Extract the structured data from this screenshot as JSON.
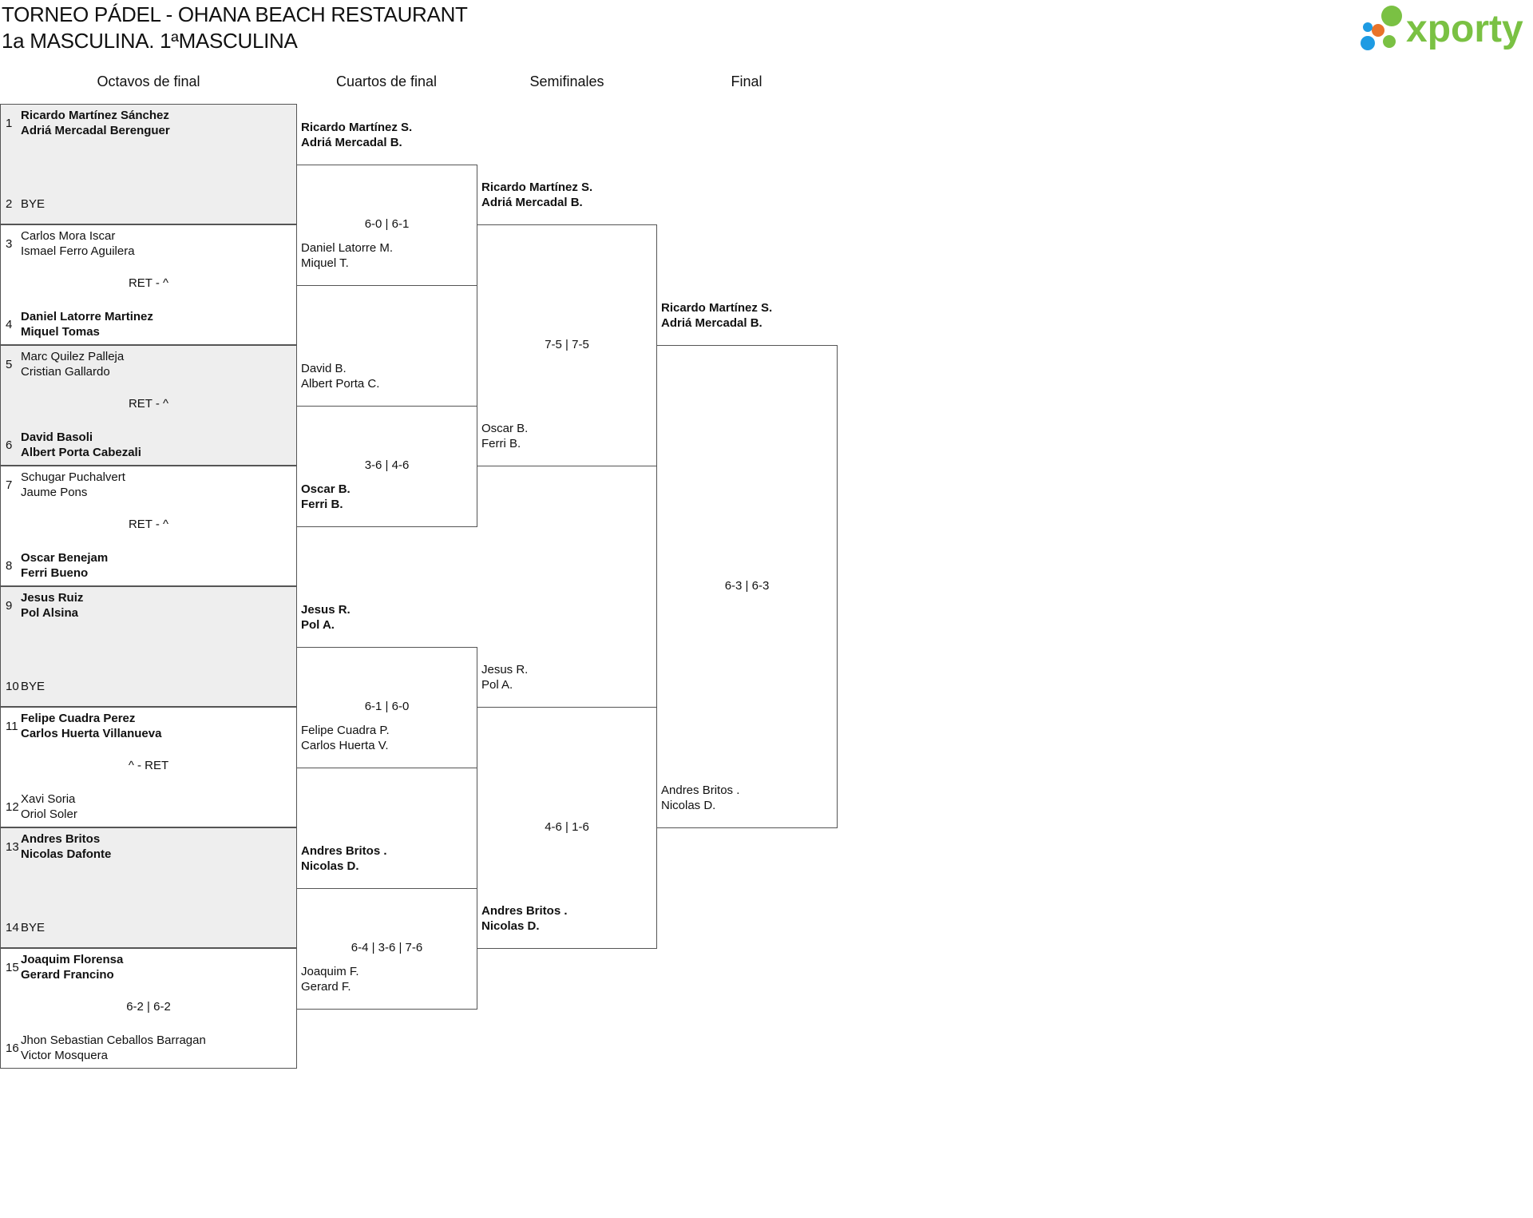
{
  "header": {
    "title_line1": "TORNEO PÁDEL - OHANA BEACH RESTAURANT",
    "title_line2": "1a MASCULINA. 1ªMASCULINA",
    "logo_text": "xporty",
    "logo_colors": [
      "#1e9be3",
      "#e8732a",
      "#7ac143"
    ]
  },
  "rounds": [
    "Octavos de final",
    "Cuartos de final",
    "Semifinales",
    "Final"
  ],
  "colors": {
    "shade": "#eeeeee",
    "border": "#555555"
  },
  "octavos": [
    {
      "top_num": "1",
      "top_p1": "Ricardo Martínez Sánchez",
      "top_p2": "Adriá Mercadal Berenguer",
      "top_win": true,
      "bot_num": "2",
      "bot_p1": "BYE",
      "bot_p2": "",
      "bot_win": false,
      "score": "",
      "shade": true
    },
    {
      "top_num": "3",
      "top_p1": "Carlos Mora Iscar",
      "top_p2": "Ismael Ferro Aguilera",
      "top_win": false,
      "bot_num": "4",
      "bot_p1": "Daniel Latorre Martinez",
      "bot_p2": "Miquel Tomas",
      "bot_win": true,
      "score": "RET - ^",
      "shade": false
    },
    {
      "top_num": "5",
      "top_p1": "Marc Quilez Palleja",
      "top_p2": "Cristian Gallardo",
      "top_win": false,
      "bot_num": "6",
      "bot_p1": "David Basoli",
      "bot_p2": "Albert Porta Cabezali",
      "bot_win": true,
      "score": "RET - ^",
      "shade": true
    },
    {
      "top_num": "7",
      "top_p1": "Schugar Puchalvert",
      "top_p2": "Jaume Pons",
      "top_win": false,
      "bot_num": "8",
      "bot_p1": "Oscar Benejam",
      "bot_p2": "Ferri Bueno",
      "bot_win": true,
      "score": "RET - ^",
      "shade": false
    },
    {
      "top_num": "9",
      "top_p1": "Jesus Ruiz",
      "top_p2": "Pol Alsina",
      "top_win": true,
      "bot_num": "10",
      "bot_p1": "BYE",
      "bot_p2": "",
      "bot_win": false,
      "score": "",
      "shade": true
    },
    {
      "top_num": "11",
      "top_p1": "Felipe Cuadra Perez",
      "top_p2": "Carlos Huerta Villanueva",
      "top_win": true,
      "bot_num": "12",
      "bot_p1": "Xavi Soria",
      "bot_p2": "Oriol Soler",
      "bot_win": false,
      "score": "^ - RET",
      "shade": false
    },
    {
      "top_num": "13",
      "top_p1": "Andres Britos",
      "top_p2": "Nicolas Dafonte",
      "top_win": true,
      "bot_num": "14",
      "bot_p1": "BYE",
      "bot_p2": "",
      "bot_win": false,
      "score": "",
      "shade": true
    },
    {
      "top_num": "15",
      "top_p1": "Joaquim Florensa",
      "top_p2": "Gerard Francino",
      "top_win": true,
      "bot_num": "16",
      "bot_p1": "Jhon Sebastian Ceballos Barragan",
      "bot_p2": "Victor Mosquera",
      "bot_win": false,
      "score": "6-2 | 6-2",
      "shade": false
    }
  ],
  "cuartos": [
    {
      "top_p1": "Ricardo Martínez S.",
      "top_p2": "Adriá Mercadal B.",
      "top_win": true,
      "bot_p1": "Daniel Latorre M.",
      "bot_p2": "Miquel T.",
      "bot_win": false,
      "score": "6-0 | 6-1"
    },
    {
      "top_p1": "David B.",
      "top_p2": "Albert Porta C.",
      "top_win": false,
      "bot_p1": "Oscar B.",
      "bot_p2": "Ferri B.",
      "bot_win": true,
      "score": "3-6 | 4-6"
    },
    {
      "top_p1": "Jesus R.",
      "top_p2": "Pol A.",
      "top_win": true,
      "bot_p1": "Felipe Cuadra P.",
      "bot_p2": "Carlos Huerta V.",
      "bot_win": false,
      "score": "6-1 | 6-0"
    },
    {
      "top_p1": "Andres Britos .",
      "top_p2": "Nicolas D.",
      "top_win": true,
      "bot_p1": "Joaquim F.",
      "bot_p2": "Gerard F.",
      "bot_win": false,
      "score": "6-4 | 3-6 | 7-6"
    }
  ],
  "semis": [
    {
      "top_p1": "Ricardo Martínez S.",
      "top_p2": "Adriá Mercadal B.",
      "top_win": true,
      "bot_p1": "Oscar B.",
      "bot_p2": "Ferri B.",
      "bot_win": false,
      "score": "7-5 | 7-5"
    },
    {
      "top_p1": "Jesus R.",
      "top_p2": "Pol A.",
      "top_win": false,
      "bot_p1": "Andres Britos .",
      "bot_p2": "Nicolas D.",
      "bot_win": true,
      "score": "4-6 | 1-6"
    }
  ],
  "final": [
    {
      "top_p1": "Ricardo Martínez S.",
      "top_p2": "Adriá Mercadal B.",
      "top_win": true,
      "bot_p1": "Andres Britos .",
      "bot_p2": "Nicolas D.",
      "bot_win": false,
      "score": "6-3 | 6-3"
    }
  ]
}
